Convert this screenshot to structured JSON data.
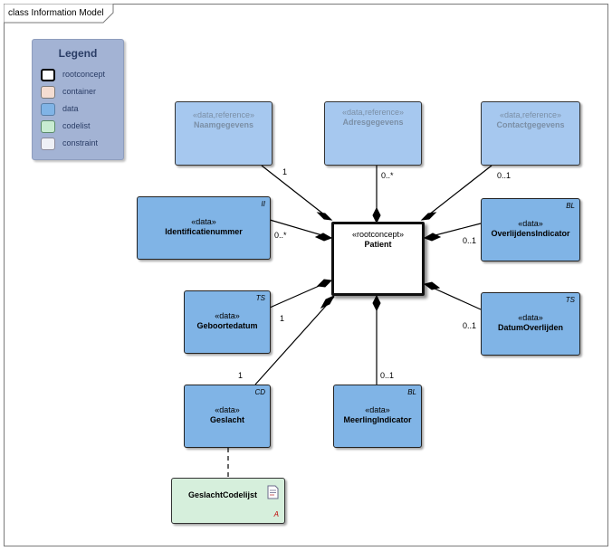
{
  "diagram": {
    "title": "class Information Model"
  },
  "legend": {
    "title": "Legend",
    "items": [
      {
        "label": "rootconcept",
        "color": "#ffffff",
        "border": "#000000"
      },
      {
        "label": "container",
        "color": "#f4ddd2",
        "border": "#7a7a7a"
      },
      {
        "label": "data",
        "color": "#80b4e6",
        "border": "#5a7fa6"
      },
      {
        "label": "codelist",
        "color": "#c8ecd2",
        "border": "#5a8a6a"
      },
      {
        "label": "constraint",
        "color": "#eef0f6",
        "border": "#8a8a9a"
      }
    ]
  },
  "nodes": {
    "patient": {
      "stereotype": "«rootconcept»",
      "name": "Patient"
    },
    "naamgegevens": {
      "stereotype": "«data,reference»",
      "name": "Naamgegevens"
    },
    "adresgegevens": {
      "stereotype": "«data,reference»",
      "name": "Adresgegevens"
    },
    "contactgegevens": {
      "stereotype": "«data,reference»",
      "name": "Contactgegevens"
    },
    "identificatienummer": {
      "stereotype": "«data»",
      "name": "Identificatienummer",
      "type": "II"
    },
    "overlijdensindicator": {
      "stereotype": "«data»",
      "name": "OverlijdensIndicator",
      "type": "BL"
    },
    "geboortedatum": {
      "stereotype": "«data»",
      "name": "Geboortedatum",
      "type": "TS"
    },
    "datumoverlijden": {
      "stereotype": "«data»",
      "name": "DatumOverlijden",
      "type": "TS"
    },
    "geslacht": {
      "stereotype": "«data»",
      "name": "Geslacht",
      "type": "CD"
    },
    "meerlingindicator": {
      "stereotype": "«data»",
      "name": "MeerlingIndicator",
      "type": "BL"
    },
    "geslachtcodelijst": {
      "name": "GeslachtCodelijst",
      "mark": "A"
    }
  },
  "multiplicities": {
    "naamgegevens": "1",
    "adresgegevens": "0..*",
    "contactgegevens": "0..1",
    "identificatienummer": "0..*",
    "overlijdensindicator": "0..1",
    "geboortedatum": "1",
    "datumoverlijden": "0..1",
    "geslacht": "1",
    "meerlingindicator": "0..1"
  }
}
